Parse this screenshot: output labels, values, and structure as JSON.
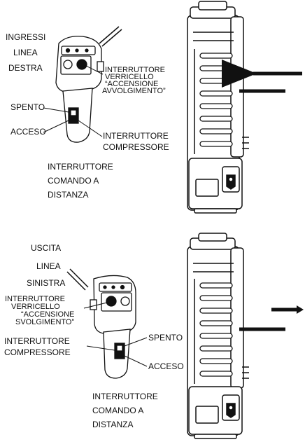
{
  "top": {
    "ingressi": [
      "INGRESSI",
      "LINEA",
      "DESTRA"
    ],
    "spento": "SPENTO",
    "acceso": "ACCESO",
    "winch_switch": [
      "INTERRUTTORE",
      "VERRICELLO",
      "“ACCENSIONE",
      "AVVOLGIMENTO”"
    ],
    "compressor_switch": [
      "INTERRUTTORE",
      "COMPRESSORE"
    ],
    "remote": [
      "INTERRUTTORE",
      "COMANDO A",
      "DISTANZA"
    ]
  },
  "bottom": {
    "uscita": [
      "USCITA",
      "LINEA",
      "SINISTRA"
    ],
    "winch_switch": [
      "INTERRUTTORE",
      "VERRICELLO",
      "“ACCENSIONE",
      "SVOLGIMENTO”"
    ],
    "compressor_switch": [
      "INTERRUTTORE",
      "COMPRESSORE"
    ],
    "spento": "SPENTO",
    "acceso": "ACCESO",
    "remote": [
      "INTERRUTTORE",
      "COMANDO A",
      "DISTANZA"
    ]
  }
}
